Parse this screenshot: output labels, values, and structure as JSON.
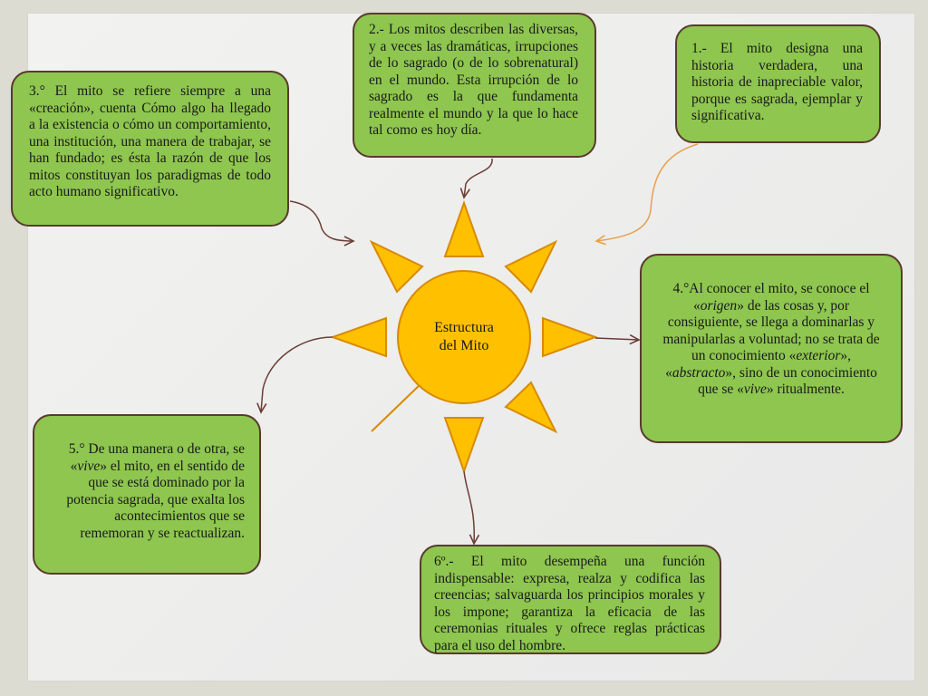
{
  "center": {
    "line1": "Estructura",
    "line2": "del Mito"
  },
  "boxes": {
    "b1": "1.- El mito designa una historia verdadera, una historia de inapreciable valor, porque es sagrada, ejemplar y significativa.",
    "b2": "2.- Los mitos describen las diversas, y a veces las dramáticas, irrupciones de lo sagrado  (o de lo sobrenatural) en el mundo. Esta irrupción de lo sagrado es la que fundamenta realmente el mundo y la que lo hace tal como es hoy día.",
    "b3": "3.° El mito se refiere siempre a una «creación», cuenta Cómo algo ha llegado a la existencia o cómo un comportamiento, una institución, una manera de trabajar, se han fundado; es ésta la razón de que los mitos constituyan los paradigmas de todo acto humano significativo.",
    "b4": {
      "p1": "4.°Al conocer el mito, se conoce el «",
      "e1": "origen",
      "p2": "» de las cosas y, por consiguiente, se llega a dominarlas y manipularlas a voluntad; no se trata de un conocimiento «",
      "e2": "exterior",
      "p3": "», «",
      "e3": "abstracto",
      "p4": "», sino de un conocimiento que se «",
      "e4": "vive",
      "p5": "» ritualmente."
    },
    "b5": {
      "p1": "5.° De una manera o de otra, se «",
      "e1": "vive",
      "p2": "» el mito, en el sentido de que se está dominado por la potencia sagrada, que exalta los acontecimientos que se rememoran y se reactualizan."
    },
    "b6": "6º.- El mito desempeña una función indispensable: expresa, realza y codifica las creencias; salvaguarda los principios morales y los impone; garantiza la eficacia de las ceremonias rituales y ofrece reglas prácticas para el uso del hombre."
  },
  "colors": {
    "box_fill": "#8ec64f",
    "box_border": "#5a3a2e",
    "sun_fill": "#ffc000",
    "sun_stroke": "#d88a00",
    "arrow": "#6b3e36",
    "arrow_orange": "#e8a04c",
    "background": "#dcdcd2"
  }
}
